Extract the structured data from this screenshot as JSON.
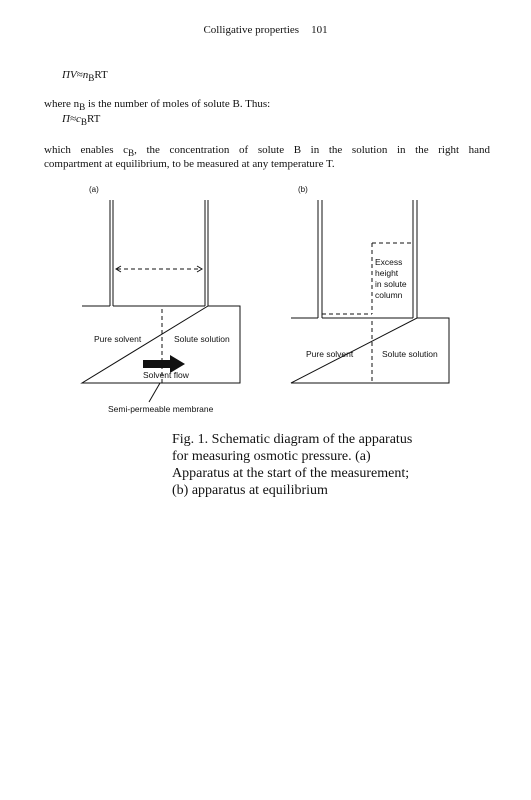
{
  "header": {
    "running_title": "Colligative properties",
    "page_number": "101"
  },
  "eq1": {
    "lhs": "ΠV≈n",
    "sub": "B",
    "rhs": "RT"
  },
  "para1": {
    "pre": "where n",
    "sub": "B",
    "post": " is the number of moles of solute B. Thus:"
  },
  "eq2": {
    "lhs": "Π≈c",
    "sub": "B",
    "rhs": "RT"
  },
  "para2": {
    "line1_pre": "which enables c",
    "line1_sub": "B",
    "line1_post": ", the concentration of solute B in the solution in the right hand",
    "line2": "compartment at equilibrium, to be measured at any temperature T."
  },
  "figure": {
    "panel_a": {
      "tag": "(a)",
      "left_label": "Pure solvent",
      "right_label": "Solute solution",
      "flow_label": "Solvent flow",
      "membrane_label": "Semi-permeable membrane"
    },
    "panel_b": {
      "tag": "(b)",
      "excess_label_lines": [
        "Excess",
        "height",
        "in solute",
        "column"
      ],
      "left_label": "Pure solvent",
      "right_label": "Solute solution"
    }
  },
  "caption": "Fig. 1. Schematic diagram of the apparatus for measuring osmotic pressure. (a) Apparatus at the start of the measurement; (b) apparatus at equilibrium"
}
